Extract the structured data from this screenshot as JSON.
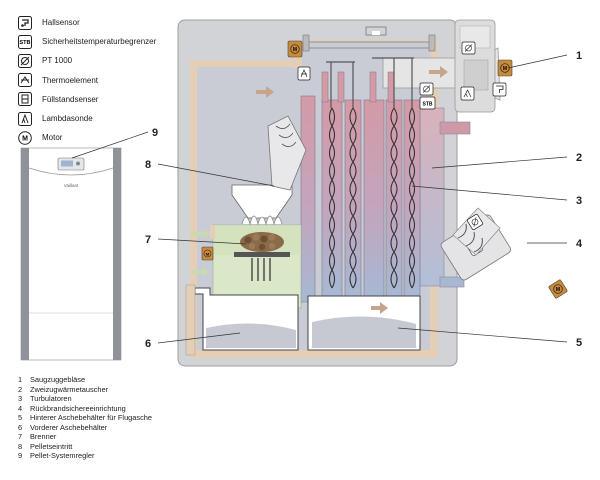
{
  "legend": [
    {
      "icon": "hall-sensor-icon",
      "label": "Hallsensor"
    },
    {
      "icon": "stb-icon",
      "icon_text": "STB",
      "label": "Sicherheitstemperaturbegrenzer"
    },
    {
      "icon": "pt1000-icon",
      "label": "PT 1000"
    },
    {
      "icon": "thermocouple-icon",
      "label": "Thermoelement"
    },
    {
      "icon": "level-sensor-icon",
      "label": "Füllstandsenser"
    },
    {
      "icon": "lambda-probe-icon",
      "label": "Lambdasonde"
    },
    {
      "icon": "motor-icon",
      "icon_text": "M",
      "label": "Motor"
    }
  ],
  "parts": [
    {
      "num": "1",
      "label": "Saugzuggebläse"
    },
    {
      "num": "2",
      "label": "Zweizugwärmetauscher"
    },
    {
      "num": "3",
      "label": "Turbulatoren"
    },
    {
      "num": "4",
      "label": "Rückbrandsichereeinrichtung"
    },
    {
      "num": "5",
      "label": "Hinterer Aschebehälter für Flugasche"
    },
    {
      "num": "6",
      "label": "Vorderer Aschebehälter"
    },
    {
      "num": "7",
      "label": "Brenner"
    },
    {
      "num": "8",
      "label": "Pelletseintritt"
    },
    {
      "num": "9",
      "label": "Pellet-Systemregler"
    }
  ],
  "callouts": {
    "c1": "1",
    "c2": "2",
    "c3": "3",
    "c4": "4",
    "c5": "5",
    "c6": "6",
    "c7": "7",
    "c8": "8",
    "c9": "9"
  },
  "icon_labels": {
    "stb": "STB",
    "motor": "M",
    "brand": "Vaillant"
  },
  "colors": {
    "casing": "#d4d5d7",
    "insulation": "#e8d4bd",
    "chamber": "#c9cdd8",
    "heat_exchanger_hot": "#cf9aa8",
    "heat_exchanger_cool": "#a8b8d2",
    "burner_zone": "#dbe9c8",
    "flue_pipe": "#e4e4e4",
    "sensor_box": "#c98a3c",
    "arrow": "#c6a58c"
  }
}
